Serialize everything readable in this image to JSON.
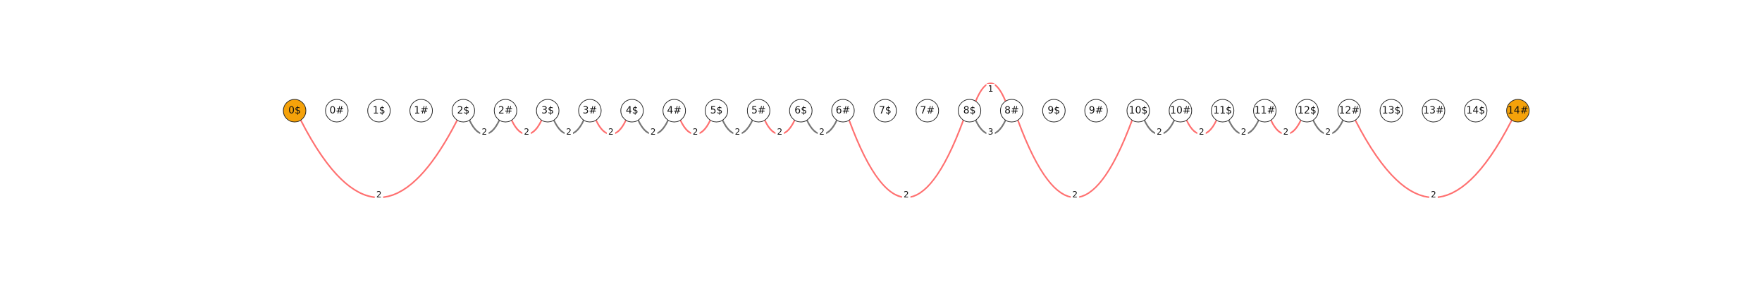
{
  "colors": {
    "highlight_node": "#f5a20a",
    "default_node": "#ffffff",
    "edge_red": "#ff7070",
    "edge_gray": "#777777"
  },
  "nodes": [
    {
      "id": "0$",
      "label": "0$",
      "highlight": true
    },
    {
      "id": "0#",
      "label": "0#"
    },
    {
      "id": "1$",
      "label": "1$"
    },
    {
      "id": "1#",
      "label": "1#"
    },
    {
      "id": "2$",
      "label": "2$"
    },
    {
      "id": "2#",
      "label": "2#"
    },
    {
      "id": "3$",
      "label": "3$"
    },
    {
      "id": "3#",
      "label": "3#"
    },
    {
      "id": "4$",
      "label": "4$"
    },
    {
      "id": "4#",
      "label": "4#"
    },
    {
      "id": "5$",
      "label": "5$"
    },
    {
      "id": "5#",
      "label": "5#"
    },
    {
      "id": "6$",
      "label": "6$"
    },
    {
      "id": "6#",
      "label": "6#"
    },
    {
      "id": "7$",
      "label": "7$"
    },
    {
      "id": "7#",
      "label": "7#"
    },
    {
      "id": "8$",
      "label": "8$"
    },
    {
      "id": "8#",
      "label": "8#"
    },
    {
      "id": "9$",
      "label": "9$"
    },
    {
      "id": "9#",
      "label": "9#"
    },
    {
      "id": "10$",
      "label": "10$"
    },
    {
      "id": "10#",
      "label": "10#"
    },
    {
      "id": "11$",
      "label": "11$"
    },
    {
      "id": "11#",
      "label": "11#"
    },
    {
      "id": "12$",
      "label": "12$"
    },
    {
      "id": "12#",
      "label": "12#"
    },
    {
      "id": "13$",
      "label": "13$"
    },
    {
      "id": "13#",
      "label": "13#"
    },
    {
      "id": "14$",
      "label": "14$"
    },
    {
      "id": "14#",
      "label": "14#",
      "highlight": true
    }
  ],
  "edges": [
    {
      "from": "0$",
      "to": "2$",
      "label": "2",
      "color": "red",
      "arc": "big"
    },
    {
      "from": "2$",
      "to": "2#",
      "label": "2",
      "color": "gray",
      "arc": "small"
    },
    {
      "from": "2#",
      "to": "3$",
      "label": "2",
      "color": "red",
      "arc": "small"
    },
    {
      "from": "3$",
      "to": "3#",
      "label": "2",
      "color": "gray",
      "arc": "small"
    },
    {
      "from": "3#",
      "to": "4$",
      "label": "2",
      "color": "red",
      "arc": "small"
    },
    {
      "from": "4$",
      "to": "4#",
      "label": "2",
      "color": "gray",
      "arc": "small"
    },
    {
      "from": "4#",
      "to": "5$",
      "label": "2",
      "color": "red",
      "arc": "small"
    },
    {
      "from": "5$",
      "to": "5#",
      "label": "2",
      "color": "gray",
      "arc": "small"
    },
    {
      "from": "5#",
      "to": "6$",
      "label": "2",
      "color": "red",
      "arc": "small"
    },
    {
      "from": "6$",
      "to": "6#",
      "label": "2",
      "color": "gray",
      "arc": "small"
    },
    {
      "from": "6#",
      "to": "8$",
      "label": "2",
      "color": "red",
      "arc": "big"
    },
    {
      "from": "8$",
      "to": "8#",
      "label": "1",
      "color": "red",
      "arc": "up"
    },
    {
      "from": "8$",
      "to": "8#",
      "label": "3",
      "color": "gray",
      "arc": "small"
    },
    {
      "from": "8#",
      "to": "10$",
      "label": "2",
      "color": "red",
      "arc": "big"
    },
    {
      "from": "10$",
      "to": "10#",
      "label": "2",
      "color": "gray",
      "arc": "small"
    },
    {
      "from": "10#",
      "to": "11$",
      "label": "2",
      "color": "red",
      "arc": "small"
    },
    {
      "from": "11$",
      "to": "11#",
      "label": "2",
      "color": "gray",
      "arc": "small"
    },
    {
      "from": "11#",
      "to": "12$",
      "label": "2",
      "color": "red",
      "arc": "small"
    },
    {
      "from": "12$",
      "to": "12#",
      "label": "2",
      "color": "gray",
      "arc": "small"
    },
    {
      "from": "12#",
      "to": "14#",
      "label": "2",
      "color": "red",
      "arc": "big"
    }
  ]
}
